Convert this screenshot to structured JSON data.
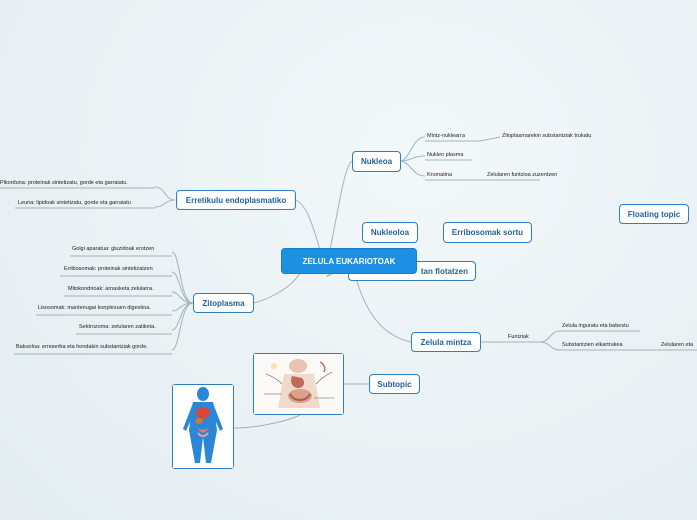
{
  "central": "ZELULA EUKARIOTOAK",
  "topics": {
    "nukleoa": "Nukleoa",
    "nukleoloa": "Nukleoloa",
    "erribosomak": "Erribosomak sortu",
    "floating": "Floating topic",
    "erretikulu": "Erretikulu endoplasmatiko",
    "zitoplasma": "Zitoplasma",
    "flotatzen": "tan flotatzen",
    "zelula_mintza": "Zelula mintza",
    "subtopic": "Subtopic"
  },
  "nukleoa_children": [
    {
      "label": "Mintz-nuklearra",
      "child": "Zitoplasmarekin substantziak trukatu"
    },
    {
      "label": "Nukleo plasma",
      "child": ""
    },
    {
      "label": "Kromatina",
      "child": "Zelularen funtzioa zuzentzen"
    }
  ],
  "erretikulu_children": [
    "Pikorduna: proteinak sintetizatu, gorde eta garraiatu.",
    "Leuna: lipidoak sintetizatu, gorde eta garraiatu"
  ],
  "zitoplasma_children": [
    "Golgi aparatua: gluzidoak erotzen",
    "Erribosomak: proteinak sintetizatzen",
    "Mitokondrioak: arnasketa zelularra.",
    "Lisosomak: mantenugai konplexuen digestioa.",
    "Sektrozoma: zelularen zatiketa.",
    "Bakuoloa: erreserba eta hondakin substantziak gorde."
  ],
  "zelula_mintza_children": {
    "funtzioa": "Funtziak",
    "items": [
      "Zelula inguratu eta babestu",
      "Substantzien elkartrukea"
    ],
    "extra": "Zelularen eta"
  },
  "colors": {
    "accent": "#2d7fc1",
    "central": "#1e90e4",
    "link": "#8fa8b8"
  },
  "images": [
    "body-organs-icon",
    "digestive-system-icon"
  ]
}
